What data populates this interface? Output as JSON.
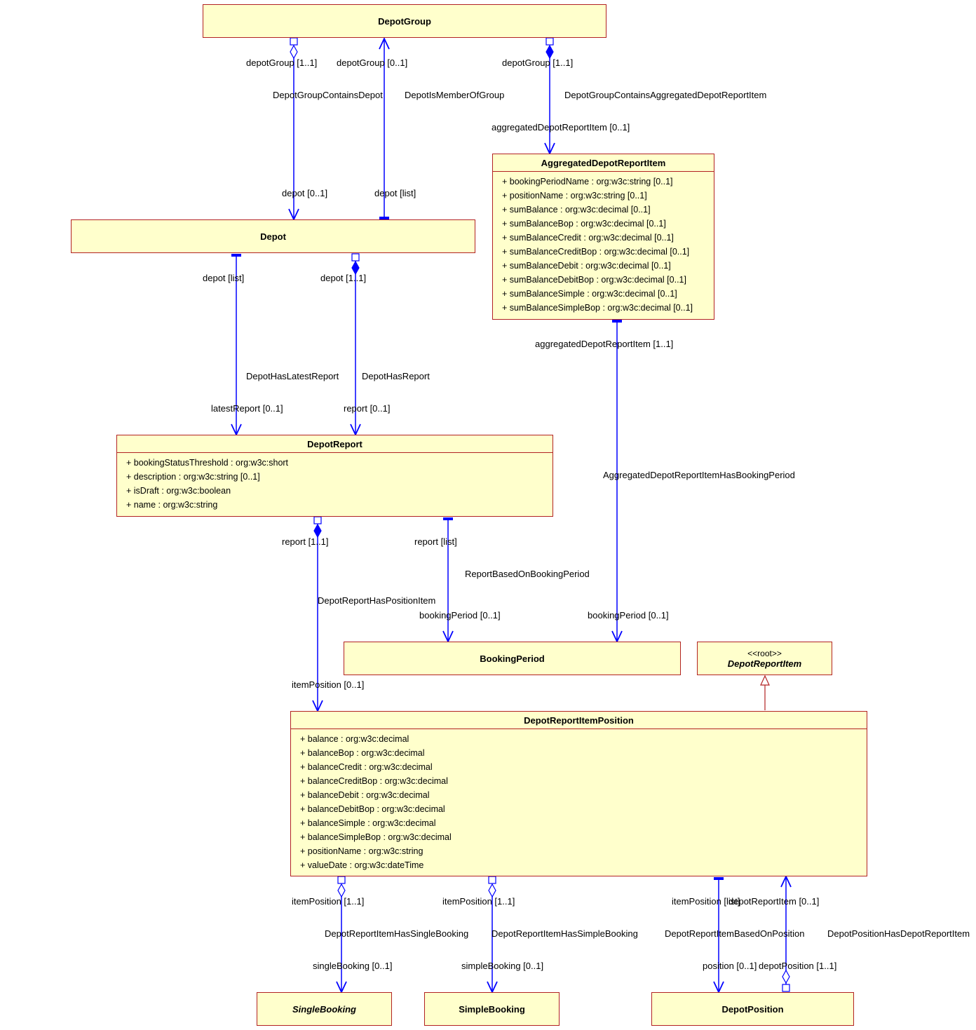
{
  "classes": {
    "depotGroup": {
      "name": "DepotGroup"
    },
    "depot": {
      "name": "Depot"
    },
    "aggregated": {
      "name": "AggregatedDepotReportItem",
      "attributes": [
        "+ bookingPeriodName : org:w3c:string [0..1]",
        "+ positionName : org:w3c:string [0..1]",
        "+ sumBalance : org:w3c:decimal [0..1]",
        "+ sumBalanceBop : org:w3c:decimal [0..1]",
        "+ sumBalanceCredit : org:w3c:decimal [0..1]",
        "+ sumBalanceCreditBop : org:w3c:decimal [0..1]",
        "+ sumBalanceDebit : org:w3c:decimal [0..1]",
        "+ sumBalanceDebitBop : org:w3c:decimal [0..1]",
        "+ sumBalanceSimple : org:w3c:decimal [0..1]",
        "+ sumBalanceSimpleBop : org:w3c:decimal [0..1]"
      ]
    },
    "depotReport": {
      "name": "DepotReport",
      "attributes": [
        "+ bookingStatusThreshold : org:w3c:short",
        "+ description : org:w3c:string [0..1]",
        "+ isDraft : org:w3c:boolean",
        "+ name : org:w3c:string"
      ]
    },
    "bookingPeriod": {
      "name": "BookingPeriod"
    },
    "depotReportItem": {
      "stereotype": "<<root>>",
      "name": "DepotReportItem"
    },
    "itemPosition": {
      "name": "DepotReportItemPosition",
      "attributes": [
        "+ balance : org:w3c:decimal",
        "+ balanceBop : org:w3c:decimal",
        "+ balanceCredit : org:w3c:decimal",
        "+ balanceCreditBop : org:w3c:decimal",
        "+ balanceDebit : org:w3c:decimal",
        "+ balanceDebitBop : org:w3c:decimal",
        "+ balanceSimple : org:w3c:decimal",
        "+ balanceSimpleBop : org:w3c:decimal",
        "+ positionName : org:w3c:string",
        "+ valueDate : org:w3c:dateTime"
      ]
    },
    "singleBooking": {
      "name": "SingleBooking"
    },
    "simpleBooking": {
      "name": "SimpleBooking"
    },
    "depotPosition": {
      "name": "DepotPosition"
    }
  },
  "labels": {
    "l1": "depotGroup [1..1]",
    "l2": "depotGroup [0..1]",
    "l3": "depotGroup [1..1]",
    "l4": "DepotGroupContainsDepot",
    "l5": "DepotIsMemberOfGroup",
    "l6": "DepotGroupContainsAggregatedDepotReportItem",
    "l7": "aggregatedDepotReportItem [0..1]",
    "l8": "depot [0..1]",
    "l9": "depot [list]",
    "l10": "depot [list]",
    "l11": "depot [1..1]",
    "l12": "aggregatedDepotReportItem [1..1]",
    "l13": "DepotHasLatestReport",
    "l14": "DepotHasReport",
    "l15": "latestReport [0..1]",
    "l16": "report [0..1]",
    "l17": "AggregatedDepotReportItemHasBookingPeriod",
    "l18": "report [1..1]",
    "l19": "report [list]",
    "l20": "ReportBasedOnBookingPeriod",
    "l21": "DepotReportHasPositionItem",
    "l22": "bookingPeriod [0..1]",
    "l23": "bookingPeriod [0..1]",
    "l24": "itemPosition [0..1]",
    "l25": "itemPosition [1..1]",
    "l26": "itemPosition [1..1]",
    "l27": "itemPosition [list]",
    "l28": "depotReportItem [0..1]",
    "l29": "DepotReportItemHasSingleBooking",
    "l30": "DepotReportItemHasSimpleBooking",
    "l31": "DepotReportItemBasedOnPosition",
    "l32": "DepotPositionHasDepotReportItem",
    "l33": "singleBooking [0..1]",
    "l34": "simpleBooking [0..1]",
    "l35": "position [0..1]",
    "l36": "depotPosition [1..1]"
  },
  "colors": {
    "edge": "#0000ff",
    "border": "#b22222",
    "fill": "#ffffcc"
  }
}
